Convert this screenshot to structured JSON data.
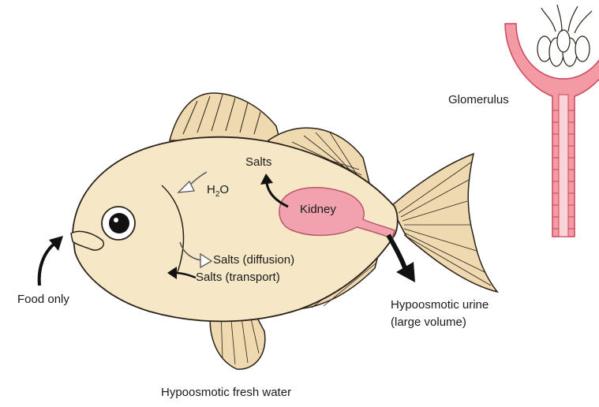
{
  "labels": {
    "glomerulus": "Glomerulus",
    "kidney": "Kidney",
    "salts": "Salts",
    "water_main": "H",
    "water_sub": "2",
    "water_tail": "O",
    "salts_diffusion": "Salts (diffusion)",
    "salts_transport": "Salts (transport)",
    "food_only": "Food only",
    "urine_line1": "Hypoosmotic urine",
    "urine_line2": "(large volume)",
    "environment": "Hypoosmotic fresh water"
  },
  "colors": {
    "fish_body": "#f6e7c6",
    "fish_fin": "#eed9b0",
    "outline": "#2a2118",
    "kidney": "#f2a2ae",
    "kidney_outline": "#b8576a",
    "nephron": "#f39aa5",
    "nephron_wall": "#c8485c",
    "arrow_dark": "#111111",
    "arrow_open": "#ffffff"
  }
}
